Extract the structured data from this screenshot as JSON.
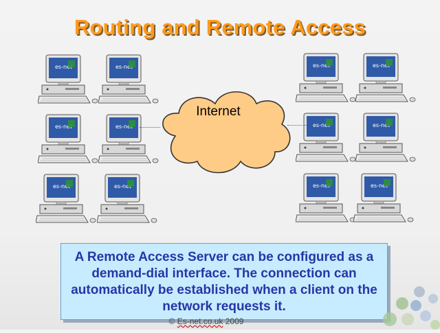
{
  "slide": {
    "title": "Routing and Remote Access",
    "cloud_label": "Internet",
    "callout_text": "A Remote Access Server can be configured as a demand-dial interface. The connection can automatically be established when a client on the network requests it.",
    "footer_prefix": "© ",
    "footer_site": "Es-net.co.uk",
    "footer_year": " 2009",
    "computers": [
      {
        "group": "left",
        "screen_label": "es-net"
      },
      {
        "group": "left",
        "screen_label": "es-net"
      },
      {
        "group": "left",
        "screen_label": "es-net"
      },
      {
        "group": "left",
        "screen_label": "es-net"
      },
      {
        "group": "left",
        "screen_label": "es-net"
      },
      {
        "group": "left",
        "screen_label": "es-net"
      },
      {
        "group": "right",
        "screen_label": "es-net"
      },
      {
        "group": "right",
        "screen_label": "es-net"
      },
      {
        "group": "right",
        "screen_label": "es-net"
      },
      {
        "group": "right",
        "screen_label": "es-net"
      },
      {
        "group": "right",
        "screen_label": "es-net"
      },
      {
        "group": "right",
        "screen_label": "es-net"
      }
    ]
  },
  "colors": {
    "title": "#ff9a1a",
    "title_shadow": "#7a5a30",
    "cloud_fill": "#ffcc88",
    "cloud_stroke": "#333333",
    "callout_bg": "#c8ecff",
    "callout_text": "#2636a8",
    "screen": "#2f5aa8"
  }
}
